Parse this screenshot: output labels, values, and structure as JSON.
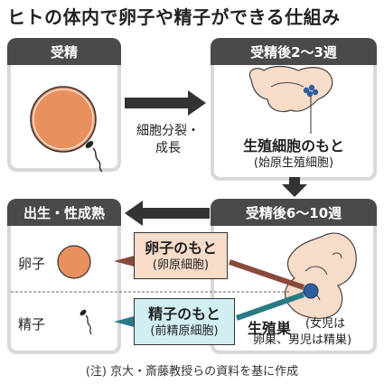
{
  "title": "ヒトの体内で卵子や精子ができる仕組み",
  "panels": {
    "fertilization": {
      "header": "受精"
    },
    "weeks_2_3": {
      "header": "受精後2〜3週",
      "caption_main": "生殖細胞のもと",
      "caption_sub": "(始原生殖細胞)"
    },
    "weeks_6_10": {
      "header": "受精後6〜10週",
      "gonad_label": "生殖巣",
      "gonad_note_line1": "(女児は",
      "gonad_note_line2": "卵巣、男児は精巣)"
    },
    "birth": {
      "header": "出生・性成熟",
      "egg_label": "卵子",
      "sperm_label": "精子"
    }
  },
  "arrow_label_line1": "細胞分裂・",
  "arrow_label_line2": "成長",
  "oogonia": {
    "main": "卵子のもと",
    "sub": "(卵原細胞)"
  },
  "spermatogonia": {
    "main": "精子のもと",
    "sub": "(前精原細胞)"
  },
  "note": "(注) 京大・斎藤教授らの資料を基に作成",
  "colors": {
    "panel_header": "#4a4a4a",
    "panel_frame": "#d9d9d9",
    "egg": "#e9905f",
    "oogonia_fill": "#f7dcc9",
    "spermatogonia_fill": "#d1eff2",
    "brown_arrow": "#8a4a3a",
    "teal_arrow": "#2a7a85",
    "gonad": "#2f5f9e"
  }
}
